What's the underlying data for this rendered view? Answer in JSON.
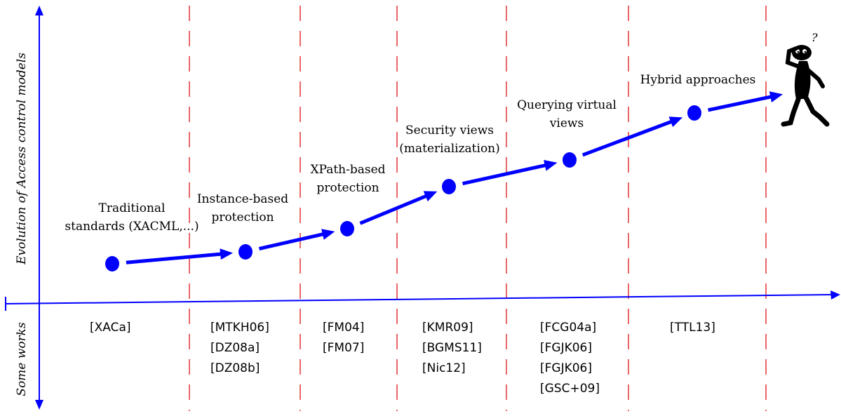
{
  "axes": {
    "y_label_top": "Evolution of Access control models",
    "y_label_bottom": "Some works"
  },
  "stages": [
    {
      "label_lines": [
        "Traditional",
        "standards (XACML,...)"
      ],
      "works": [
        "[XACa]"
      ]
    },
    {
      "label_lines": [
        "Instance-based",
        "protection"
      ],
      "works": [
        "[MTKH06]",
        "[DZ08a]",
        "[DZ08b]"
      ]
    },
    {
      "label_lines": [
        "XPath-based",
        "protection"
      ],
      "works": [
        "[FM04]",
        "[FM07]"
      ]
    },
    {
      "label_lines": [
        "Security views",
        "(materialization)"
      ],
      "works": [
        "[KMR09]",
        "[BGMS11]",
        "[Nic12]"
      ]
    },
    {
      "label_lines": [
        "Querying virtual",
        "views"
      ],
      "works": [
        "[FCG04a]",
        "[FGJK06]",
        "[FGJK06]",
        "[GSC+09]"
      ]
    },
    {
      "label_lines": [
        "Hybrid approaches"
      ],
      "works": [
        "[TTL13]"
      ]
    }
  ],
  "colors": {
    "arrow": "#0000ff",
    "dot": "#0000ff",
    "divider": "#dd0000",
    "axis": "#0000ff",
    "text": "#000000"
  },
  "icons": {
    "end_figure": "thinking-person-icon"
  }
}
